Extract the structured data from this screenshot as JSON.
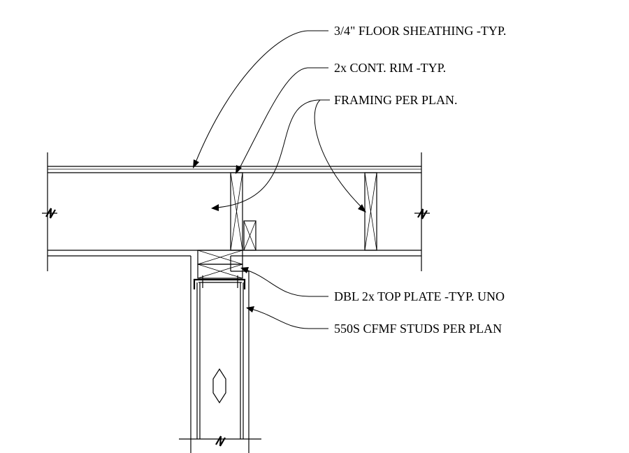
{
  "notes": {
    "floor_sheathing": "3/4\" FLOOR SHEATHING -TYP.",
    "cont_rim": "2x CONT. RIM -TYP.",
    "framing": "FRAMING PER PLAN.",
    "top_plate": "DBL 2x TOP PLATE -TYP. UNO",
    "studs": "550S CFMF STUDS PER PLAN"
  }
}
